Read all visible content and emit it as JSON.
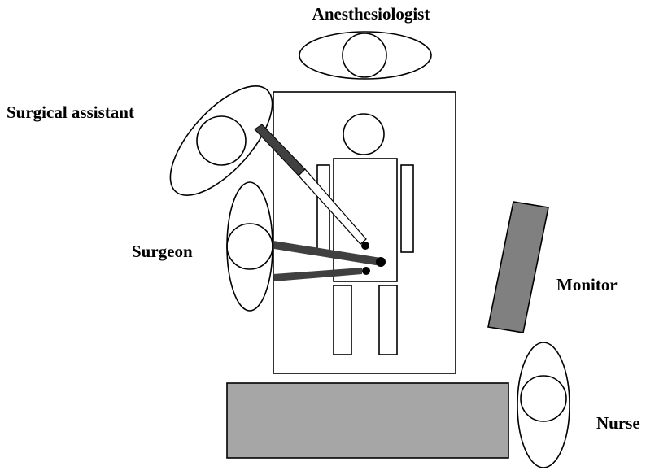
{
  "labels": {
    "anesthesiologist": "Anesthesiologist",
    "surgical_assistant": "Surgical assistant",
    "surgeon": "Surgeon",
    "monitor": "Monitor",
    "nurse": "Nurse"
  },
  "colors": {
    "outline": "#000000",
    "monitor_fill": "#808080",
    "instrument_table_fill": "#a6a6a6",
    "instrument_dark": "#404040"
  }
}
